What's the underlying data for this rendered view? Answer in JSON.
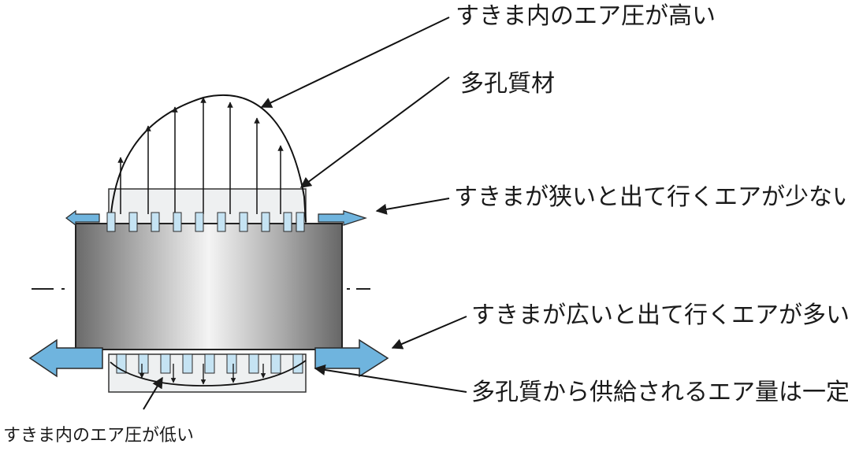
{
  "labels": {
    "high_pressure": "すきま内のエア圧が高い",
    "porous_material": "多孔質材",
    "narrow_gap": "すきまが狭いと出て行くエアが少ない",
    "wide_gap": "すきまが広いと出て行くエアが多い",
    "constant_supply": "多孔質から供給されるエア量は一定",
    "low_pressure": "すきま内のエア圧が低い"
  },
  "colors": {
    "shaft_dark": "#6f6f6f",
    "shaft_light": "#e8e8e8",
    "porous_fill": "#e9ecee",
    "flow_arrow": "#6fb4de",
    "pores": "#c5e3f3"
  }
}
